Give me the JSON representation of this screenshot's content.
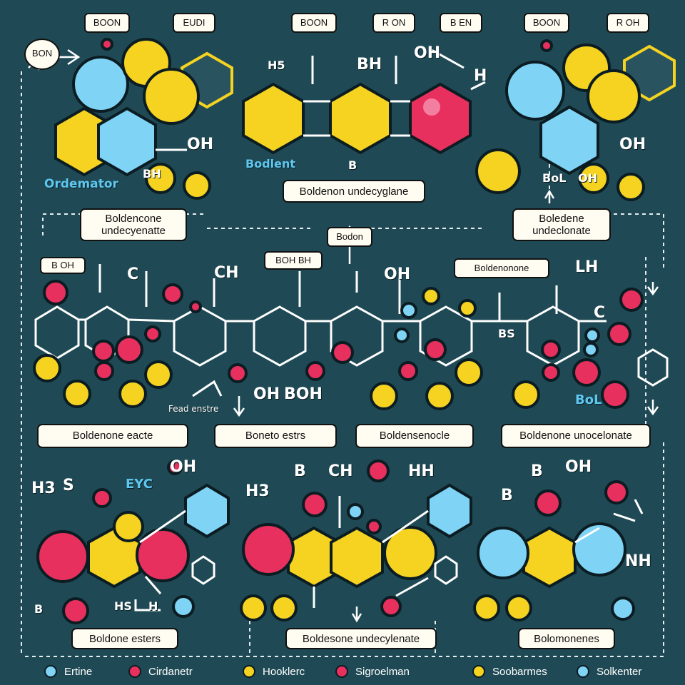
{
  "colors": {
    "background": "#1f4a55",
    "yellow": "#f5d320",
    "pink": "#e8305e",
    "blue": "#7fd3f5",
    "outline": "#0b1c22"
  },
  "top_panels": {
    "left": {
      "tags": [
        "BON",
        "BOON",
        "EUDI"
      ],
      "chem": [
        "OH",
        "BH"
      ],
      "caption": "Ordemator"
    },
    "center": {
      "tags": [
        "BOON",
        "R ON",
        "B EN"
      ],
      "chem": [
        "H5",
        "BH",
        "OH",
        "H"
      ],
      "side_label": "Bodlent",
      "mid_label": "B",
      "caption": "Boldenon undecyglane"
    },
    "right": {
      "tags": [
        "BOON",
        "R OH"
      ],
      "chem": [
        "OH",
        "OH",
        "BoL"
      ]
    }
  },
  "middle": {
    "top_labels": [
      "Boldencone undecyenatte",
      "Bodon",
      "Boledene undeclonate",
      "B OH",
      "BOH BH",
      "Boldenonone"
    ],
    "chem": [
      "C",
      "CH",
      "OH",
      "LH",
      "OH",
      "BOH",
      "C",
      "BS",
      "BoL",
      "Fead enstre"
    ],
    "captions": [
      "Boldenone eacte",
      "Boneto estrs",
      "Boldensenocle",
      "Boldenone unocelonate"
    ]
  },
  "bottom_panels": {
    "left": {
      "chem": [
        "H3",
        "S",
        "EYC",
        "OH",
        "HS",
        "H",
        "B"
      ],
      "caption": "Boldone esters"
    },
    "center": {
      "chem": [
        "H3",
        "B",
        "CH",
        "HH"
      ],
      "caption": "Boldesone undecylenate"
    },
    "right": {
      "chem": [
        "B",
        "OH",
        "B",
        "NH"
      ],
      "caption": "Bolomonenes"
    }
  },
  "legend": [
    {
      "label": "Ertine",
      "color": "#7fd3f5"
    },
    {
      "label": "Cirdanetr",
      "color": "#e8305e"
    },
    {
      "label": "Hooklerc",
      "color": "#f5d320"
    },
    {
      "label": "Sigroelman",
      "color": "#e8305e"
    },
    {
      "label": "Soobarmes",
      "color": "#f5d320"
    },
    {
      "label": "Solkenter",
      "color": "#7fd3f5"
    }
  ]
}
